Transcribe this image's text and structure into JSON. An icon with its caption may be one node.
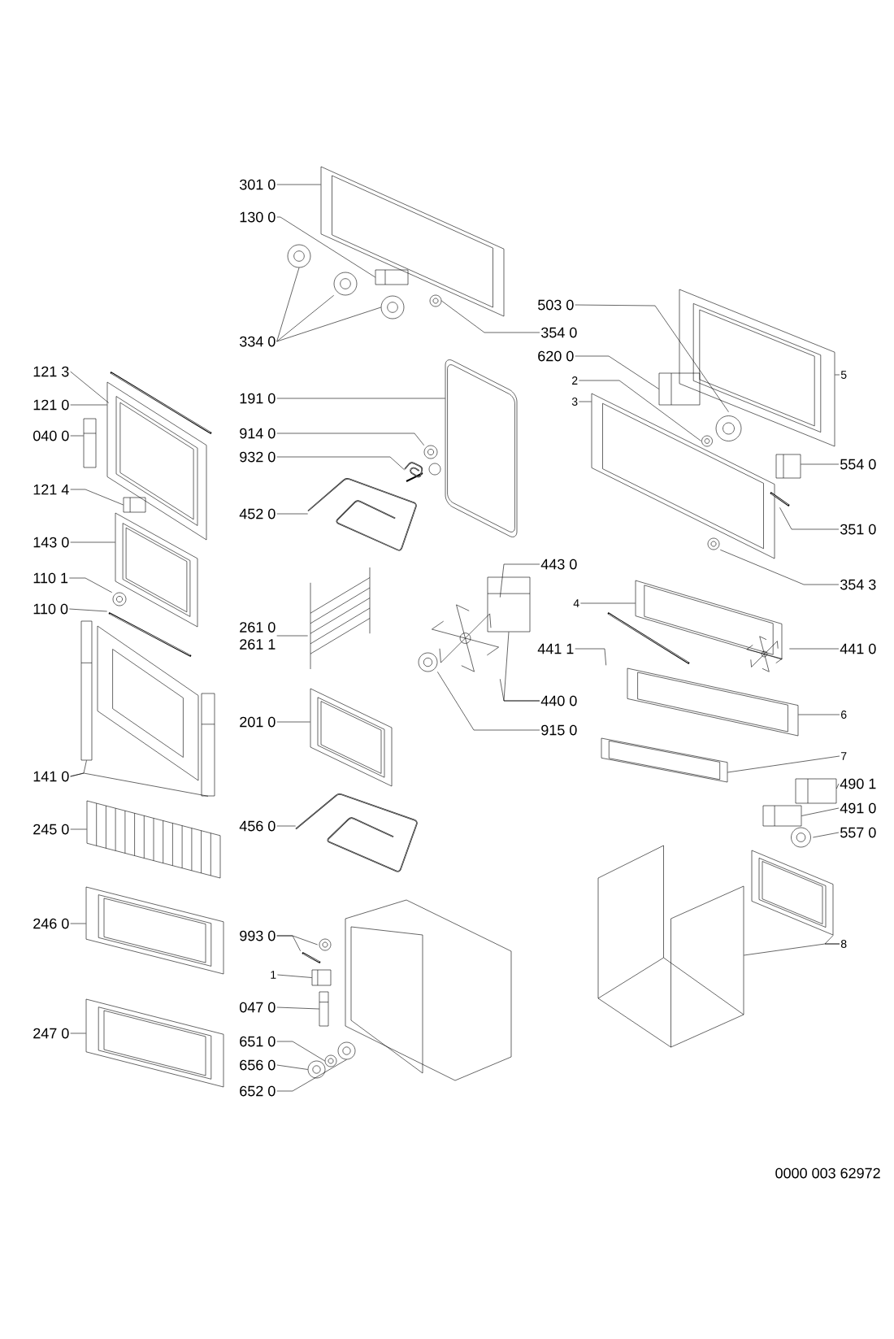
{
  "diagram": {
    "nodes": [
      {
        "text": [
          "301 0"
        ]
      },
      {
        "text": [],
        "shape": "picture"
      },
      {
        "text": [
          "130 0"
        ]
      },
      {
        "text": [],
        "shape": "picture"
      },
      {
        "text": [
          "334 0"
        ]
      },
      {
        "text": [],
        "shape": "picture"
      },
      {
        "text": [],
        "shape": "picture"
      },
      {
        "text": [],
        "shape": "picture"
      },
      {
        "text": [
          "354 0"
        ]
      },
      {
        "text": [],
        "shape": "picture"
      },
      {
        "text": [
          "503 0"
        ]
      },
      {
        "text": [],
        "shape": "picture"
      },
      {
        "text": [
          "620 0"
        ]
      },
      {
        "text": [],
        "shape": "picture"
      },
      {
        "text": [
          "121 3"
        ]
      },
      {
        "text": [],
        "shape": "picture"
      },
      {
        "text": [
          "121 0"
        ]
      },
      {
        "text": [],
        "shape": "picture"
      },
      {
        "text": [
          "191 0"
        ]
      },
      {
        "text": [],
        "shape": "picture"
      },
      {
        "text": [
          "5"
        ]
      },
      {
        "text": [],
        "shape": "picture"
      },
      {
        "text": [
          "2"
        ]
      },
      {
        "text": [],
        "shape": "picture"
      },
      {
        "text": [
          "3"
        ]
      },
      {
        "text": [],
        "shape": "picture"
      },
      {
        "text": [
          "040 0"
        ]
      },
      {
        "text": [],
        "shape": "picture"
      },
      {
        "text": [
          "914 0"
        ]
      },
      {
        "text": [],
        "shape": "picture"
      },
      {
        "text": [
          "932 0"
        ]
      },
      {
        "text": [],
        "shape": "picture"
      },
      {
        "text": [
          "554 0"
        ]
      },
      {
        "text": [],
        "shape": "picture"
      },
      {
        "text": [
          "121 4"
        ]
      },
      {
        "text": [],
        "shape": "picture"
      },
      {
        "text": [
          "452 0"
        ]
      },
      {
        "text": [],
        "shape": "picture"
      },
      {
        "text": [
          "351 0"
        ]
      },
      {
        "text": [],
        "shape": "picture"
      },
      {
        "text": [
          "143 0"
        ]
      },
      {
        "text": [],
        "shape": "picture"
      },
      {
        "text": [
          "443 0"
        ]
      },
      {
        "text": [],
        "shape": "picture"
      },
      {
        "text": [
          "354 3"
        ]
      },
      {
        "text": [],
        "shape": "picture"
      },
      {
        "text": [
          "110 1"
        ]
      },
      {
        "text": [],
        "shape": "picture"
      },
      {
        "text": [
          "110 0"
        ]
      },
      {
        "text": [],
        "shape": "picture"
      },
      {
        "text": [
          "4"
        ]
      },
      {
        "text": [],
        "shape": "picture"
      },
      {
        "text": [
          "261 0",
          "261 1"
        ]
      },
      {
        "text": [],
        "shape": "picture"
      },
      {
        "text": [
          "441 1"
        ]
      },
      {
        "text": [],
        "shape": "picture"
      },
      {
        "text": [
          "441 0"
        ]
      },
      {
        "text": [],
        "shape": "picture"
      },
      {
        "text": [
          "440 0"
        ]
      },
      {
        "text": [],
        "shape": "picture"
      },
      {
        "text": [
          "201 0"
        ]
      },
      {
        "text": [],
        "shape": "picture"
      },
      {
        "text": [
          "915 0"
        ]
      },
      {
        "text": [],
        "shape": "picture"
      },
      {
        "text": [
          "6"
        ]
      },
      {
        "text": [],
        "shape": "picture"
      },
      {
        "text": [
          "7"
        ]
      },
      {
        "text": [],
        "shape": "picture"
      },
      {
        "text": [
          "141 0"
        ]
      },
      {
        "text": [],
        "shape": "picture"
      },
      {
        "text": [],
        "shape": "picture"
      },
      {
        "text": [
          "245 0"
        ]
      },
      {
        "text": [],
        "shape": "picture"
      },
      {
        "text": [
          "490 1"
        ]
      },
      {
        "text": [],
        "shape": "picture"
      },
      {
        "text": [
          "456 0"
        ]
      },
      {
        "text": [],
        "shape": "picture"
      },
      {
        "text": [
          "491 0"
        ]
      },
      {
        "text": [],
        "shape": "picture"
      },
      {
        "text": [
          "557 0"
        ]
      },
      {
        "text": [],
        "shape": "picture"
      },
      {
        "text": [
          "246 0"
        ]
      },
      {
        "text": [],
        "shape": "picture"
      },
      {
        "text": [
          "993 0"
        ]
      },
      {
        "text": [],
        "shape": "picture"
      },
      {
        "text": [],
        "shape": "picture"
      },
      {
        "text": [
          "1"
        ]
      },
      {
        "text": [],
        "shape": "picture"
      },
      {
        "text": [
          "047 0"
        ]
      },
      {
        "text": [],
        "shape": "picture"
      },
      {
        "text": [
          "8"
        ]
      },
      {
        "text": [],
        "shape": "picture"
      },
      {
        "text": [],
        "shape": "picture"
      },
      {
        "text": [
          "247 0"
        ]
      },
      {
        "text": [],
        "shape": "picture"
      },
      {
        "text": [
          "651 0"
        ]
      },
      {
        "text": [],
        "shape": "picture"
      },
      {
        "text": [
          "656 0"
        ]
      },
      {
        "text": [],
        "shape": "picture"
      },
      {
        "text": [
          "652 0"
        ]
      },
      {
        "text": [],
        "shape": "picture"
      }
    ],
    "edges": [
      {
        "from": 0,
        "to": 1,
        "arrow": "none"
      },
      {
        "from": 2,
        "to": 3,
        "arrow": "none"
      },
      {
        "from": 4,
        "to": 5,
        "arrow": "none"
      },
      {
        "from": 4,
        "to": 6,
        "arrow": "none"
      },
      {
        "from": 4,
        "to": 7,
        "arrow": "none"
      },
      {
        "from": 8,
        "to": 9,
        "arrow": "none"
      },
      {
        "from": 10,
        "to": 11,
        "arrow": "none"
      },
      {
        "from": 12,
        "to": 13,
        "arrow": "none"
      },
      {
        "from": 14,
        "to": 15,
        "arrow": "none"
      },
      {
        "from": 16,
        "to": 17,
        "arrow": "none"
      },
      {
        "from": 18,
        "to": 19,
        "arrow": "none"
      },
      {
        "from": 20,
        "to": 21,
        "arrow": "none"
      },
      {
        "from": 22,
        "to": 23,
        "arrow": "none"
      },
      {
        "from": 24,
        "to": 25,
        "arrow": "none"
      },
      {
        "from": 26,
        "to": 27,
        "arrow": "none"
      },
      {
        "from": 28,
        "to": 29,
        "arrow": "none"
      },
      {
        "from": 30,
        "to": 31,
        "arrow": "none"
      },
      {
        "from": 32,
        "to": 33,
        "arrow": "none"
      },
      {
        "from": 34,
        "to": 35,
        "arrow": "none"
      },
      {
        "from": 36,
        "to": 37,
        "arrow": "none"
      },
      {
        "from": 38,
        "to": 39,
        "arrow": "none"
      },
      {
        "from": 40,
        "to": 41,
        "arrow": "none"
      },
      {
        "from": 42,
        "to": 43,
        "arrow": "none"
      },
      {
        "from": 44,
        "to": 45,
        "arrow": "none"
      },
      {
        "from": 46,
        "to": 47,
        "arrow": "none"
      },
      {
        "from": 48,
        "to": 49,
        "arrow": "none"
      },
      {
        "from": 50,
        "to": 51,
        "arrow": "none"
      },
      {
        "from": 52,
        "to": 53,
        "arrow": "none"
      },
      {
        "from": 54,
        "to": 55,
        "arrow": "none"
      },
      {
        "from": 56,
        "to": 57,
        "arrow": "none"
      },
      {
        "from": 58,
        "to": 59,
        "arrow": "none"
      },
      {
        "from": 58,
        "to": 43,
        "arrow": "none"
      },
      {
        "from": 60,
        "to": 61,
        "arrow": "none"
      },
      {
        "from": 62,
        "to": 63,
        "arrow": "none"
      },
      {
        "from": 64,
        "to": 65,
        "arrow": "none"
      },
      {
        "from": 66,
        "to": 67,
        "arrow": "none"
      },
      {
        "from": 68,
        "to": 69,
        "arrow": "none"
      },
      {
        "from": 68,
        "to": 70,
        "arrow": "none"
      },
      {
        "from": 71,
        "to": 72,
        "arrow": "none"
      },
      {
        "from": 73,
        "to": 74,
        "arrow": "none"
      },
      {
        "from": 75,
        "to": 76,
        "arrow": "none"
      },
      {
        "from": 77,
        "to": 78,
        "arrow": "none"
      },
      {
        "from": 79,
        "to": 80,
        "arrow": "none"
      },
      {
        "from": 81,
        "to": 82,
        "arrow": "none"
      },
      {
        "from": 83,
        "to": 84,
        "arrow": "none"
      },
      {
        "from": 83,
        "to": 85,
        "arrow": "none"
      },
      {
        "from": 86,
        "to": 87,
        "arrow": "none"
      },
      {
        "from": 88,
        "to": 89,
        "arrow": "none"
      },
      {
        "from": 90,
        "to": 91,
        "arrow": "none"
      },
      {
        "from": 90,
        "to": 92,
        "arrow": "none"
      },
      {
        "from": 93,
        "to": 94,
        "arrow": "none"
      },
      {
        "from": 95,
        "to": 96,
        "arrow": "none"
      },
      {
        "from": 97,
        "to": 98,
        "arrow": "none"
      },
      {
        "from": 99,
        "to": 100,
        "arrow": "none"
      }
    ],
    "labels": [
      "0000 003 62972"
    ]
  }
}
